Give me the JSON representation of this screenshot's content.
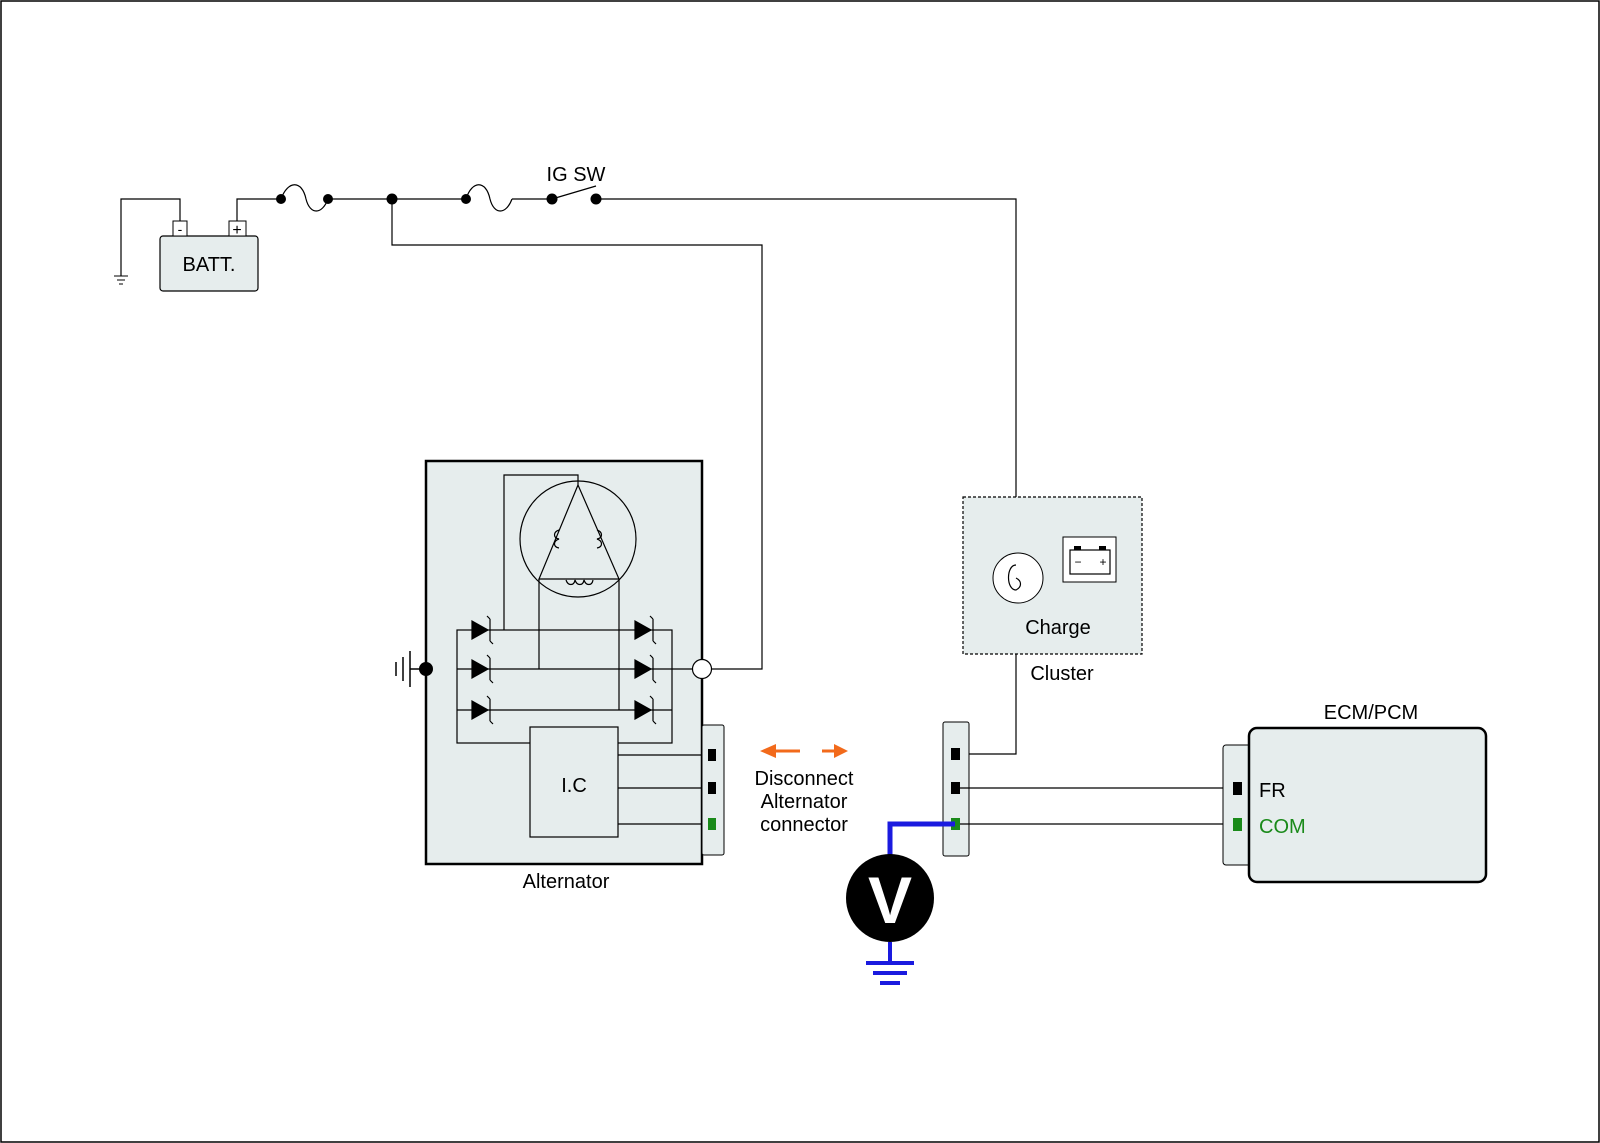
{
  "labels": {
    "battery": "BATT.",
    "battery_neg": "-",
    "battery_pos": "+",
    "ig_switch": "IG SW",
    "alternator": "Alternator",
    "ic": "I.C",
    "charge": "Charge",
    "cluster": "Cluster",
    "ecm": "ECM/PCM",
    "fr": "FR",
    "com": "COM",
    "voltmeter": "V",
    "disconnect_line1": "Disconnect",
    "disconnect_line2": "Alternator",
    "disconnect_line3": "connector",
    "charge_lamp_neg": "−",
    "charge_lamp_pos": "+"
  },
  "colors": {
    "box_fill": "#e6eded",
    "com_green": "#1a8a1a",
    "probe_blue": "#1a1adf",
    "arrow_orange": "#f26a1b",
    "wire": "#000000"
  },
  "icons": [
    "battery-icon",
    "fuse-icon",
    "switch-icon",
    "ground-icon",
    "diode-icon",
    "stator-coil-icon",
    "lamp-icon",
    "battery-warning-icon",
    "voltmeter-icon",
    "double-arrow-icon"
  ]
}
